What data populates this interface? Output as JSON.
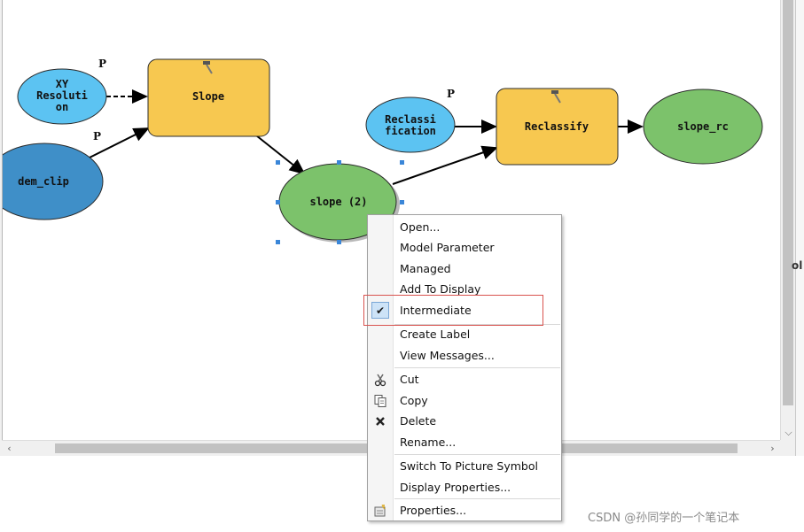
{
  "nodes": {
    "xy_resolution": {
      "lines": [
        "XY",
        "Resoluti",
        "on"
      ],
      "param_mark": "P"
    },
    "dem_clip": {
      "label": "dem_clip",
      "param_mark": "P"
    },
    "slope_tool": {
      "label": "Slope"
    },
    "slope_2": {
      "label": "slope (2)"
    },
    "reclassification": {
      "lines": [
        "Reclassi",
        "fication"
      ],
      "param_mark": "P"
    },
    "reclassify_tool": {
      "label": "Reclassify"
    },
    "slope_rc": {
      "label": "slope_rc"
    }
  },
  "context_menu": {
    "items": [
      {
        "label": "Open..."
      },
      {
        "label": "Model Parameter"
      },
      {
        "label": "Managed"
      },
      {
        "label": "Add To Display"
      },
      {
        "label": "Intermediate",
        "checked": true
      },
      {
        "label": "Create Label"
      },
      {
        "label": "View Messages..."
      },
      {
        "label": "Cut",
        "icon": "scissors-icon"
      },
      {
        "label": "Copy",
        "icon": "copy-icon"
      },
      {
        "label": "Delete",
        "icon": "delete-x-icon"
      },
      {
        "label": "Rename..."
      },
      {
        "label": "Switch To Picture Symbol"
      },
      {
        "label": "Display Properties..."
      },
      {
        "label": "Properties...",
        "icon": "properties-icon"
      }
    ]
  },
  "right_panel": {
    "label": "ol"
  },
  "watermark": "CSDN @孙同学的一个笔记本",
  "colors": {
    "tool_fill": "#f7c850",
    "input_fill": "#5cc3f2",
    "dem_fill": "#3f8fc8",
    "output_fill": "#7cc26b",
    "highlight": "#d9534f"
  }
}
